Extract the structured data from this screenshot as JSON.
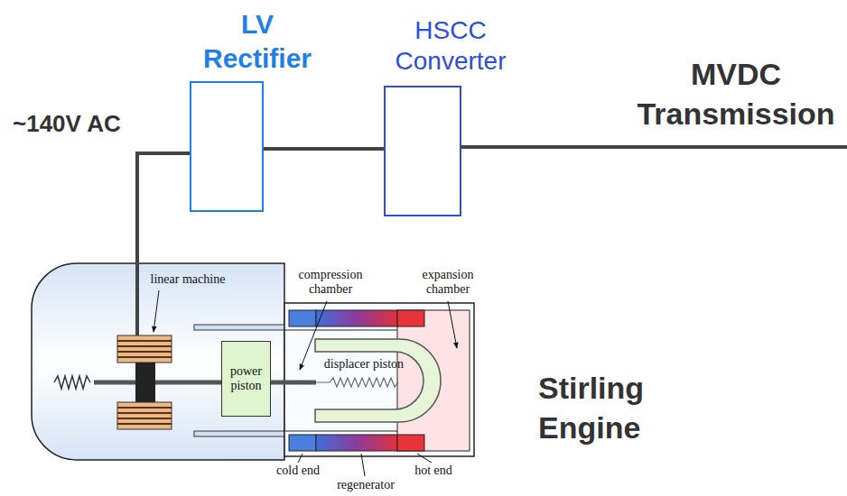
{
  "diagram": {
    "nodes": [
      {
        "text": [
          "LV Rectifier"
        ]
      },
      {
        "text": [
          "HSCC Converter"
        ]
      },
      {
        "text": [
          "power piston"
        ]
      },
      {
        "text": [
          "displacer piston"
        ]
      }
    ],
    "edges": [
      {
        "from": 0,
        "to": 1,
        "arrow": "none"
      }
    ],
    "labels": [
      "~140V AC",
      "MVDC Transmission",
      "Stirling Engine",
      "linear machine",
      "compression chamber",
      "expansion chamber",
      "cold end",
      "regenerator",
      "hot end"
    ]
  }
}
